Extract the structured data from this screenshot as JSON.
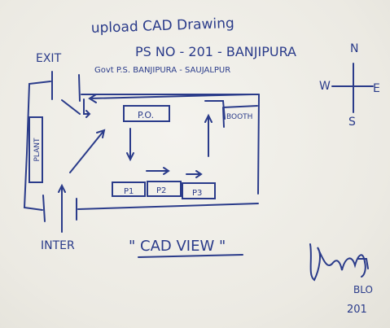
{
  "drawing": {
    "title": "upload CAD Drawing",
    "ps_line": "PS NO - 201 - BANJIPURA",
    "school_line": "Govt P.S. BANJIPURA - SAUJALPUR",
    "exit_label": "EXIT",
    "enter_label": "INTER",
    "booth_label": "BOOTH",
    "po_label": "P.O.",
    "p1_label": "P1",
    "p2_label": "P2",
    "p3_label": "P3",
    "vertical_label": "PLANT",
    "view_label": "\" CAD VIEW \"",
    "compass": {
      "n": "N",
      "s": "S",
      "e": "E",
      "w": "W"
    },
    "signature_block": {
      "role": "BLO",
      "number": "201"
    },
    "ink_color": "#2a3b8a"
  }
}
